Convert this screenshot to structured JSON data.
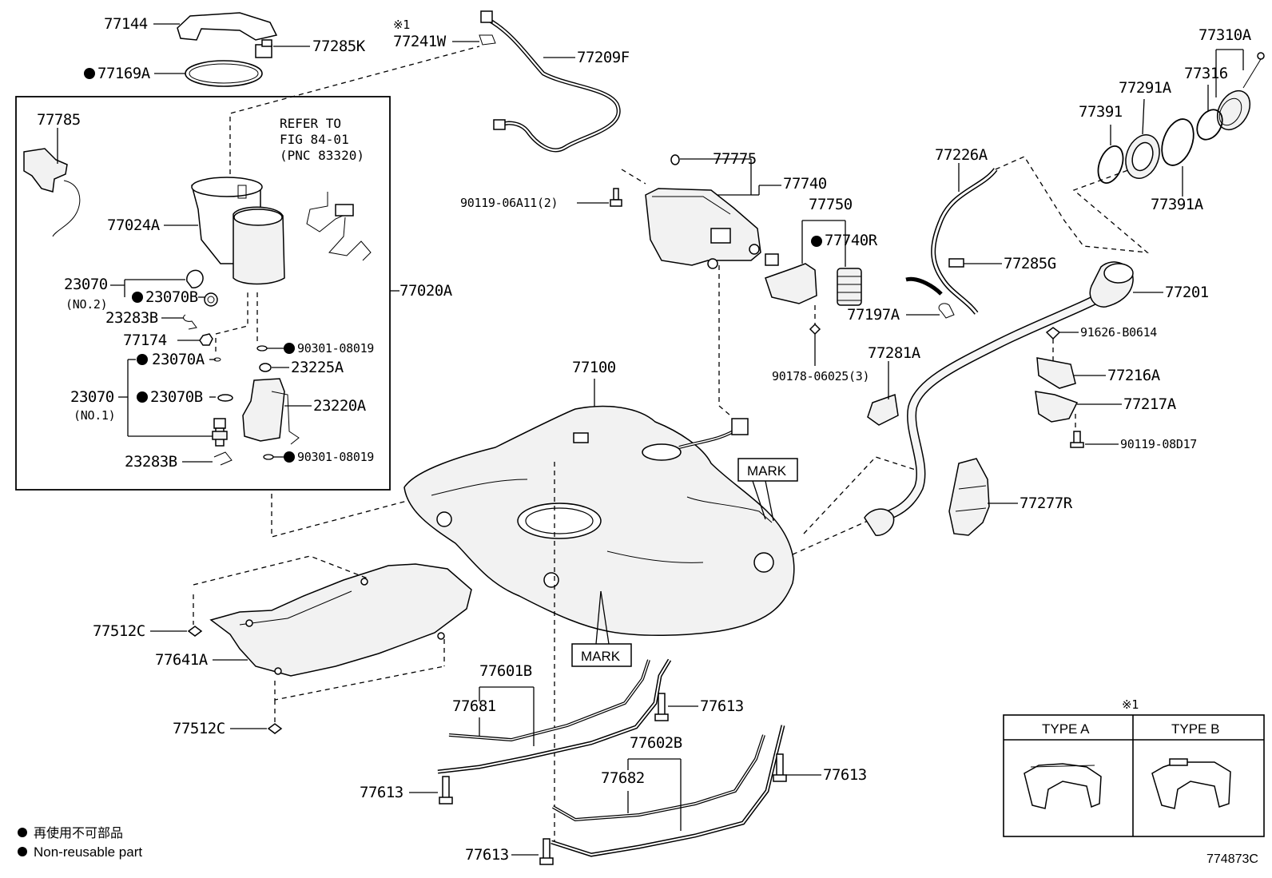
{
  "diagram": {
    "image_code": "774873C",
    "legend": {
      "line1": "再使用不可部品",
      "line2": "Non-reusable part"
    },
    "refer_note": [
      "REFER TO",
      "FIG 84-01",
      "(PNC 83320)"
    ],
    "mark_label": "MARK",
    "type_table": {
      "note": "※1",
      "type_a": "TYPE A",
      "type_b": "TYPE B"
    },
    "parts": {
      "p77144": "77144",
      "p77285K": "77285K",
      "p77169A": "77169A",
      "p77241W_note": "※1",
      "p77241W": "77241W",
      "p77209F": "77209F",
      "p77785": "77785",
      "p77024A": "77024A",
      "p23070_no2": "23070",
      "no2": "(NO.2)",
      "p23070B_a": "23070B",
      "p23283B_a": "23283B",
      "p77174": "77174",
      "p23070A": "23070A",
      "p23070_no1": "23070",
      "no1": "(NO.1)",
      "p23070B_b": "23070B",
      "p23283B_b": "23283B",
      "p90301_a": "90301-08019",
      "p23225A": "23225A",
      "p23220A": "23220A",
      "p90301_b": "90301-08019",
      "p77020A": "77020A",
      "p77100": "77100",
      "p77775": "77775",
      "p77740": "77740",
      "p90119_06A11": "90119-06A11(2)",
      "p77750": "77750",
      "p77740R": "77740R",
      "p90178": "90178-06025(3)",
      "p77226A": "77226A",
      "p77285G": "77285G",
      "p77197A": "77197A",
      "p77281A": "77281A",
      "p77201": "77201",
      "p91626": "91626-B0614",
      "p77216A": "77216A",
      "p77217A": "77217A",
      "p90119_08D17": "90119-08D17",
      "p77277R": "77277R",
      "p77310A": "77310A",
      "p77316": "77316",
      "p77291A": "77291A",
      "p77391": "77391",
      "p77391A": "77391A",
      "p77512C_a": "77512C",
      "p77641A": "77641A",
      "p77512C_b": "77512C",
      "p77601B": "77601B",
      "p77681": "77681",
      "p77613_a": "77613",
      "p77602B": "77602B",
      "p77682": "77682",
      "p77613_b": "77613",
      "p77613_c": "77613",
      "p77613_d": "77613"
    }
  }
}
